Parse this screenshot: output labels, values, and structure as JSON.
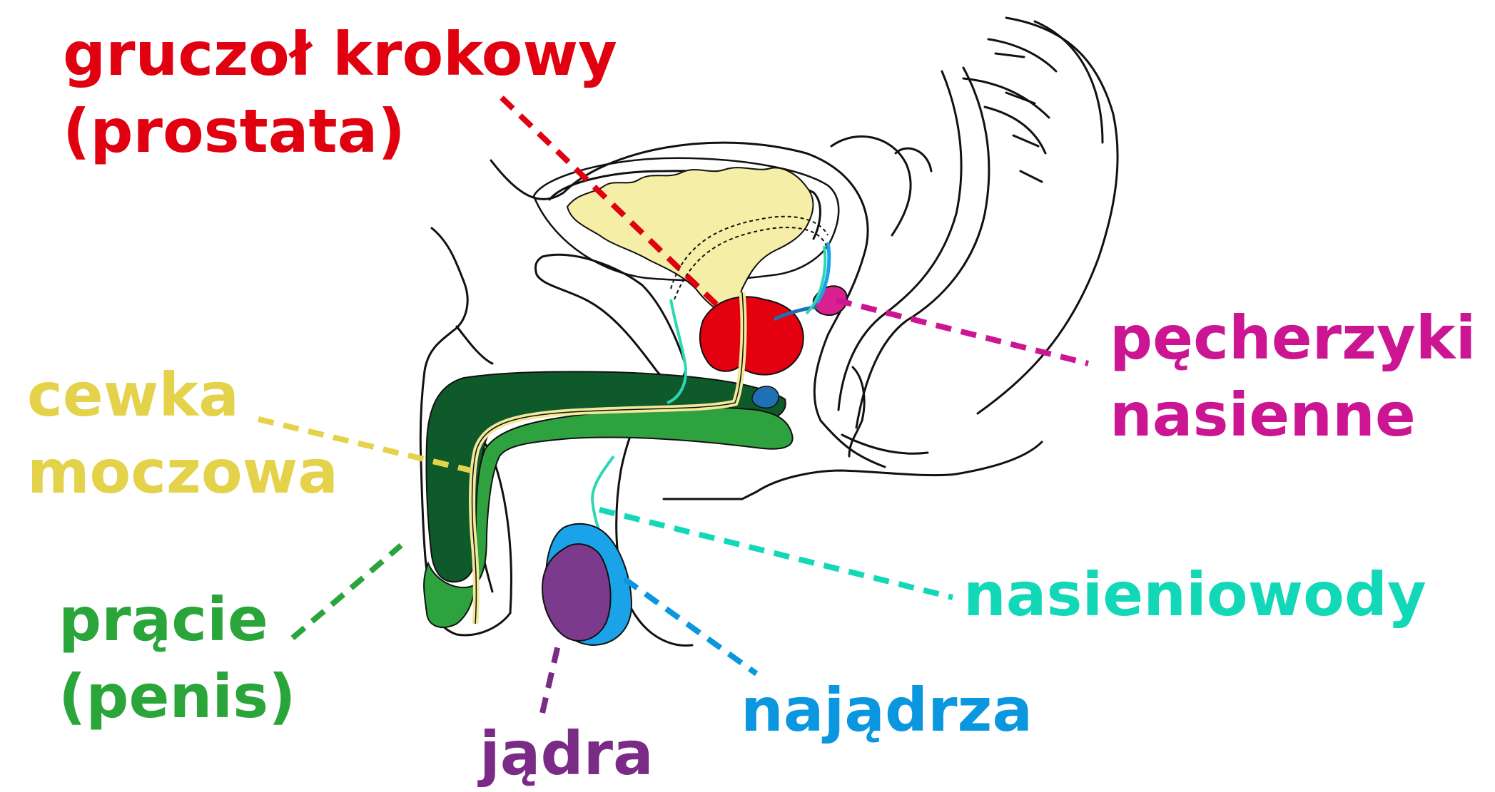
{
  "labels": {
    "prostate": {
      "line1": "gruczoł krokowy",
      "line2": "(prostata)",
      "color": "#e1000f"
    },
    "seminal_vesicles": {
      "line1": "pęcherzyki",
      "line2": "nasienne",
      "color": "#cc1592"
    },
    "urethra": {
      "line1": "cewka",
      "line2": "moczowa",
      "color": "#e3d24a"
    },
    "vas_deferens": {
      "line1": "nasieniowody",
      "color": "#12d8b8"
    },
    "penis": {
      "line1": "prącie",
      "line2": "(penis)",
      "color": "#2aa53a"
    },
    "epididymis": {
      "line1": "najądrza",
      "color": "#0a97e0"
    },
    "testes": {
      "line1": "jądra",
      "color": "#7a2b86"
    }
  },
  "colors": {
    "outline": "#111111",
    "bladder": "#f5eea6",
    "penis_dark": "#0f5a2a",
    "penis_light": "#2ea23f",
    "urethra_fill": "#f3e99b",
    "prostate_fill": "#e3000f",
    "testis_fill": "#7b3a8c",
    "epididymis_fill": "#1aa3e8",
    "bulbourethral": "#1f6fb5",
    "vas_line": "#2fd6b5",
    "vesicle_fill": "#d8208f"
  }
}
